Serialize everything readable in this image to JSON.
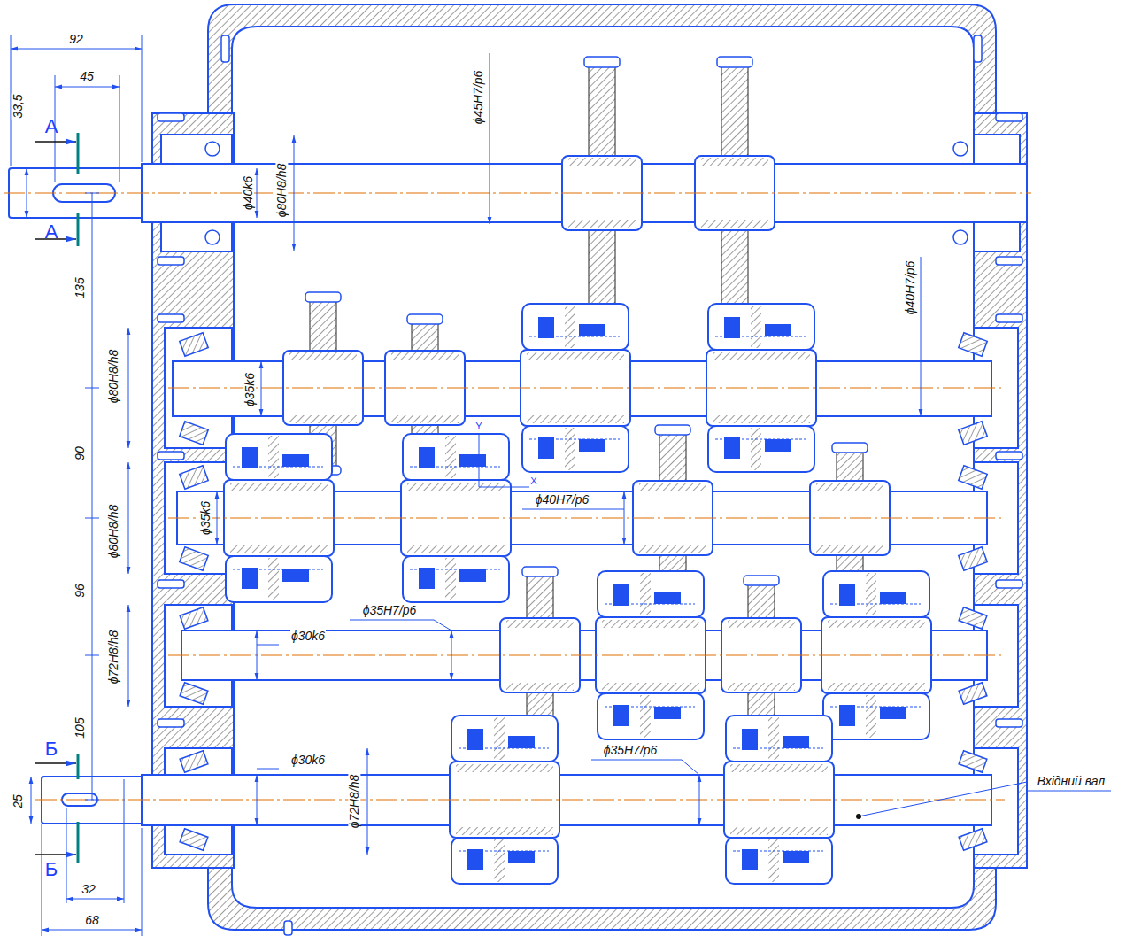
{
  "diagram": {
    "labels": [
      "92",
      "45",
      "33,5",
      "А",
      "А",
      "ϕ40k6",
      "ϕ80H8/h8",
      "ϕ45H7/p6",
      "135",
      "ϕ40H7/p6",
      "ϕ80H8/h8",
      "ϕ35k6",
      "90",
      "Y",
      "X",
      "ϕ40H7/p6",
      "ϕ80H8/h8",
      "ϕ35k6",
      "96",
      "ϕ35H7/p6",
      "ϕ30k6",
      "ϕ72H8/h8",
      "105",
      "Б",
      "Б",
      "25",
      "ϕ30k6",
      "ϕ72H8/h8",
      "ϕ35H7/p6",
      "32",
      "68",
      "Вхідний вал"
    ]
  }
}
